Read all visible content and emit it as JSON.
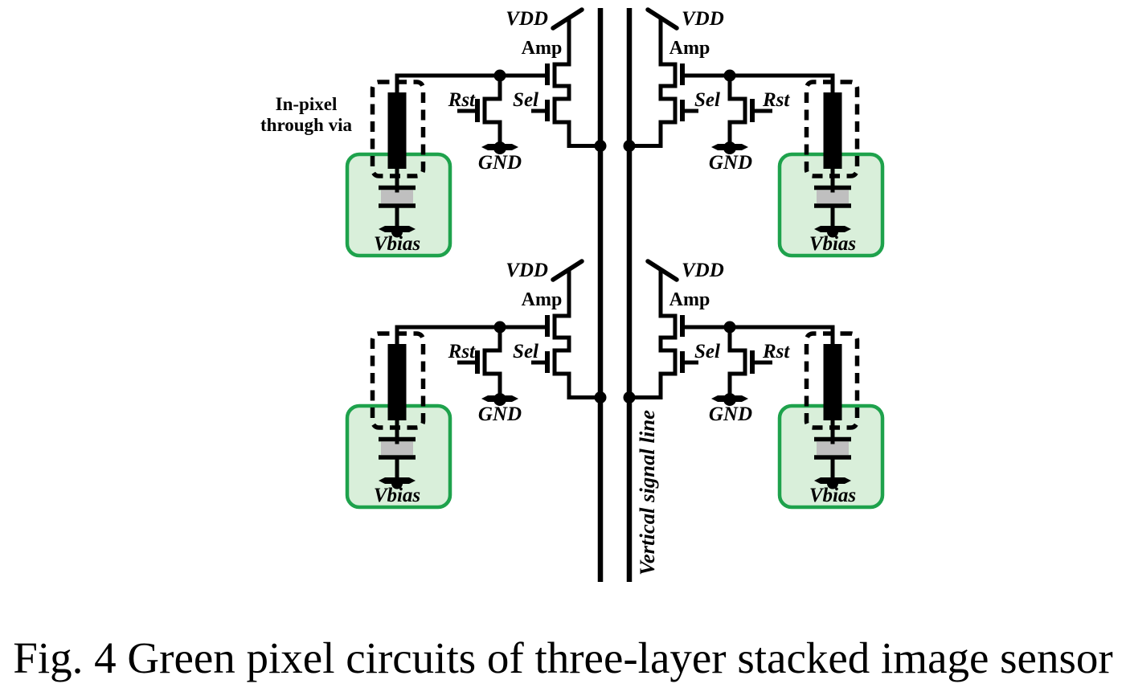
{
  "figure": {
    "caption": "Fig. 4 Green pixel circuits of three-layer stacked image sensor"
  },
  "labels": {
    "vdd": "VDD",
    "gnd": "GND",
    "amp": "Amp",
    "rst": "Rst",
    "sel": "Sel",
    "vbias": "Vbias",
    "through_via_line1": "In-pixel",
    "through_via_line2": "through via",
    "vertical_signal_line": "Vertical signal line"
  },
  "colors": {
    "wire": "#000000",
    "pixel_box_fill": "#d9efda",
    "pixel_box_border": "#1ea24c",
    "photo_layer_gray": "#bfbfbf",
    "background": "#ffffff"
  }
}
